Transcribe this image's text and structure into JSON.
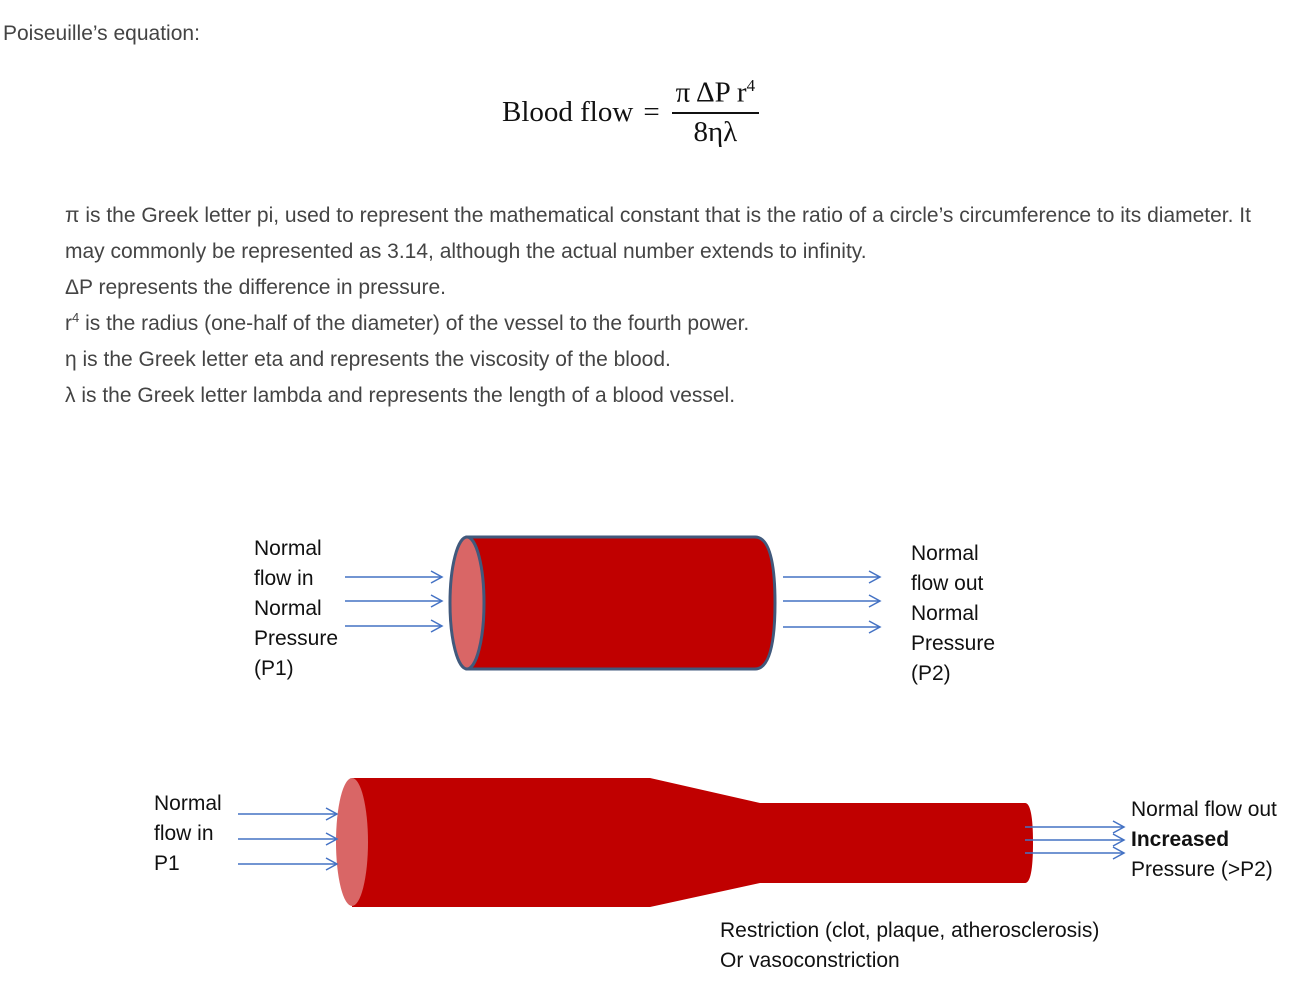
{
  "heading": "Poiseuille’s equation:",
  "equation": {
    "lhs": "Blood flow",
    "equals": "=",
    "numerator": "π ΔP r",
    "numerator_exp": "4",
    "denominator": "8ηλ"
  },
  "definitions": [
    "π is the Greek letter pi, used to represent the mathematical constant that is the ratio of a circle’s circumference to its diameter. It may commonly be represented as 3.14, although the actual number extends to infinity.",
    "ΔP represents the difference in pressure.",
    {
      "pre": "r",
      "exp": "4",
      "post": " is the radius (one-half of the diameter) of the vessel to the fourth power."
    },
    "η is the Greek letter eta and represents the viscosity of the blood.",
    "λ is the Greek letter lambda and represents the length of a blood vessel."
  ],
  "diagram1": {
    "in_label": [
      "Normal",
      "flow in",
      "Normal",
      "Pressure",
      "(P1)"
    ],
    "out_label": [
      "Normal",
      "flow out",
      "Normal",
      "Pressure",
      "(P2)"
    ]
  },
  "diagram2": {
    "in_label": [
      "Normal",
      "flow in",
      "P1"
    ],
    "out_label": [
      "Normal flow out",
      "Increased",
      "Pressure (>P2)"
    ],
    "restriction_label": [
      "Restriction (clot, plaque, atherosclerosis)",
      "Or vasoconstriction"
    ]
  },
  "colors": {
    "vessel": "#C00000",
    "vessel_end": "#D96666",
    "outline": "#41597C",
    "arrow": "#4472C4"
  }
}
